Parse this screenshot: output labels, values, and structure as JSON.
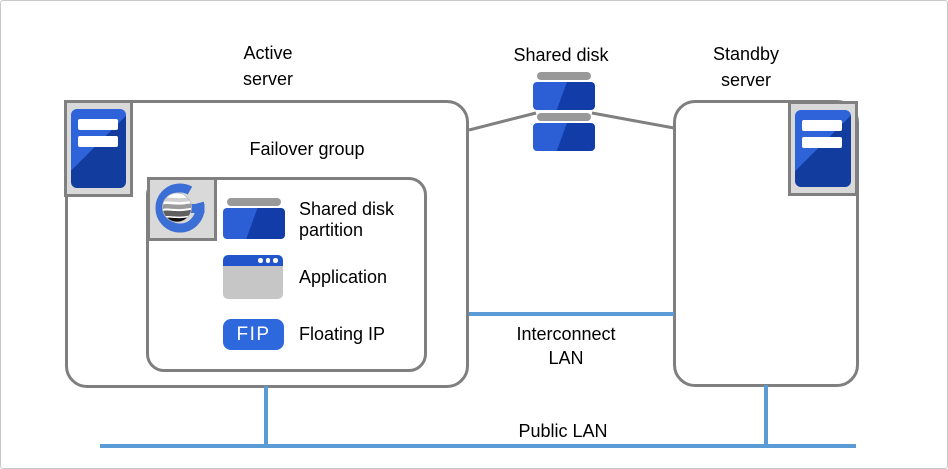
{
  "colors": {
    "box_border_gray": "#7F7F7F",
    "connector_gray": "#808080",
    "lan_blue": "#5B9BD5",
    "icon_blue": "#2C5FD5",
    "icon_blue_dark": "#123DA8",
    "fip_blue": "#2E68DD",
    "app_title_blue": "#2255CC",
    "app_body_gray": "#C6C6C6",
    "chip_gray": "#D9D9D9"
  },
  "nodes": {
    "active_server": {
      "title": "Active server"
    },
    "standby_server": {
      "title": "Standby server"
    },
    "shared_disk": {
      "title": "Shared disk"
    },
    "failover_group": {
      "title": "Failover group",
      "items": [
        {
          "icon": "shared-disk-partition-icon",
          "label": "Shared disk partition"
        },
        {
          "icon": "application-window-icon",
          "label": "Application"
        },
        {
          "icon": "floating-ip-badge",
          "badge": "FIP",
          "label": "Floating IP"
        }
      ]
    }
  },
  "networks": {
    "interconnect_lan": {
      "label": "Interconnect LAN"
    },
    "public_lan": {
      "label": "Public LAN"
    }
  }
}
